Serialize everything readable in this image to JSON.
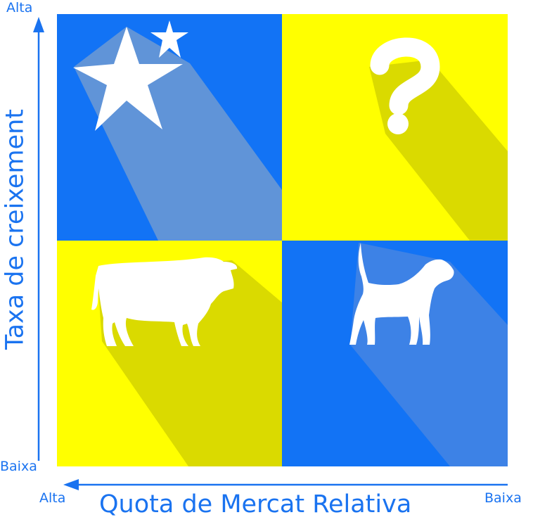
{
  "y_axis": {
    "title": "Taxa de creixement",
    "top_label": "Alta",
    "bottom_label": "Baixa"
  },
  "x_axis": {
    "title": "Quota de Mercat Relativa",
    "left_label": "Alta",
    "right_label": "Baixa"
  },
  "colors": {
    "blue": "#1273f5",
    "yellow": "#ffff00",
    "axis": "#1a73f0",
    "icon": "#ffffff"
  },
  "quadrants": [
    {
      "position": "top-left",
      "icon": "star-icon",
      "color": "blue"
    },
    {
      "position": "top-right",
      "icon": "question-mark-icon",
      "color": "yellow"
    },
    {
      "position": "bottom-left",
      "icon": "cow-icon",
      "color": "yellow"
    },
    {
      "position": "bottom-right",
      "icon": "dog-icon",
      "color": "blue"
    }
  ]
}
